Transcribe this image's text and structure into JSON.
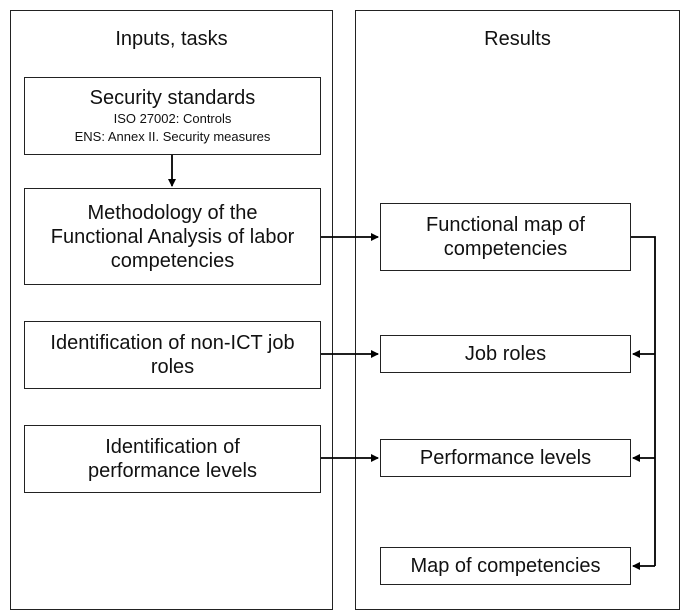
{
  "panels": {
    "left_title": "Inputs, tasks",
    "right_title": "Results"
  },
  "inputs": {
    "security_standards": {
      "title": "Security standards",
      "line1": "ISO 27002: Controls",
      "line2": "ENS: Annex II. Security measures"
    },
    "methodology": {
      "line1": "Methodology of the",
      "line2": "Functional Analysis of labor",
      "line3": "competencies"
    },
    "identification_roles": {
      "line1": "Identification of non-ICT job",
      "line2": "roles"
    },
    "identification_levels": {
      "line1": "Identification of",
      "line2": "performance levels"
    }
  },
  "results": {
    "functional_map": {
      "line1": "Functional map of",
      "line2": "competencies"
    },
    "job_roles": "Job roles",
    "performance_levels": "Performance levels",
    "map_of_competencies": "Map of competencies"
  }
}
